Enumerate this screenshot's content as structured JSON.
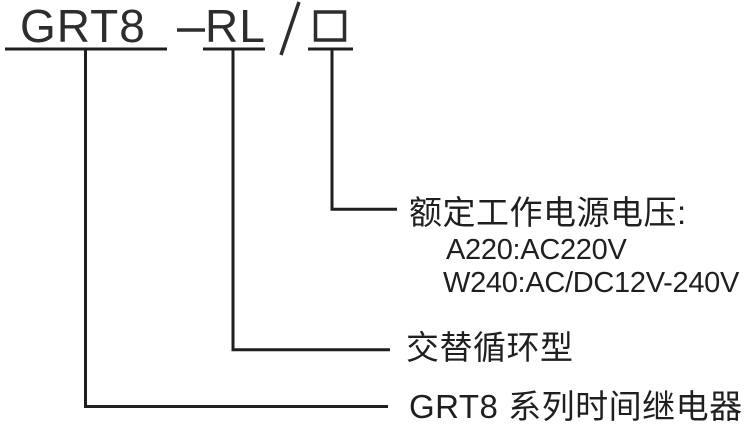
{
  "diagram": {
    "code": {
      "series": "GRT8",
      "type": "RL"
    },
    "callouts": [
      {
        "title": "额定工作电源电压:",
        "details": [
          "A220:AC220V",
          "W240:AC/DC12V-240V"
        ]
      },
      {
        "title": "交替循环型",
        "details": []
      },
      {
        "title": "GRT8 系列时间继电器",
        "details": []
      }
    ],
    "colors": {
      "line": "#1f1f1f",
      "text": "#242424",
      "background": "#ffffff"
    }
  }
}
